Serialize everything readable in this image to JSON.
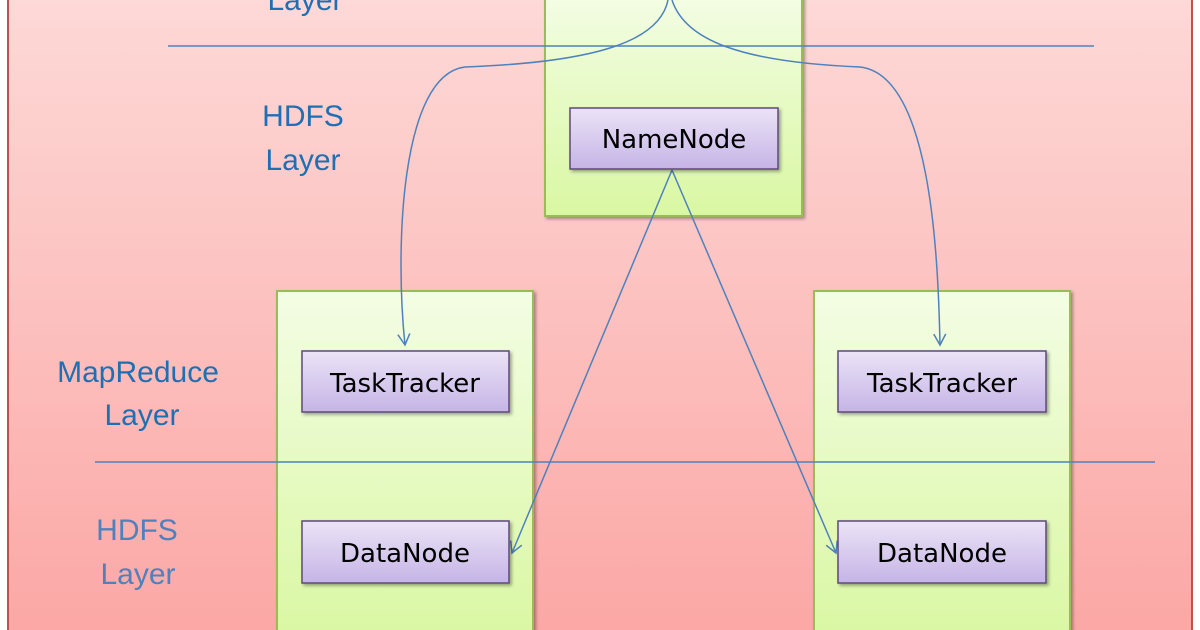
{
  "colors": {
    "panel_top": "#fdd9d7",
    "panel_bottom": "#fba7a5",
    "panel_border": "#c0504d",
    "container_top": "#f3fde4",
    "container_bottom": "#d9f7a2",
    "container_border": "#9bbb59",
    "node_top": "#ebe3f6",
    "node_bottom": "#c5b4e6",
    "node_border": "#5f497a",
    "line": "#4f81bd",
    "label_dark": "#1f6fb5",
    "label_light": "#4f81bd"
  },
  "labels": {
    "top_layer": "Layer",
    "hdfs_upper": [
      "HDFS",
      "Layer"
    ],
    "mapreduce": [
      "MapReduce",
      "Layer"
    ],
    "hdfs_lower": [
      "HDFS",
      "Layer"
    ]
  },
  "nodes": {
    "namenode": "NameNode",
    "tasktracker_left": "TaskTracker",
    "tasktracker_right": "TaskTracker",
    "datanode_left": "DataNode",
    "datanode_right": "DataNode"
  }
}
